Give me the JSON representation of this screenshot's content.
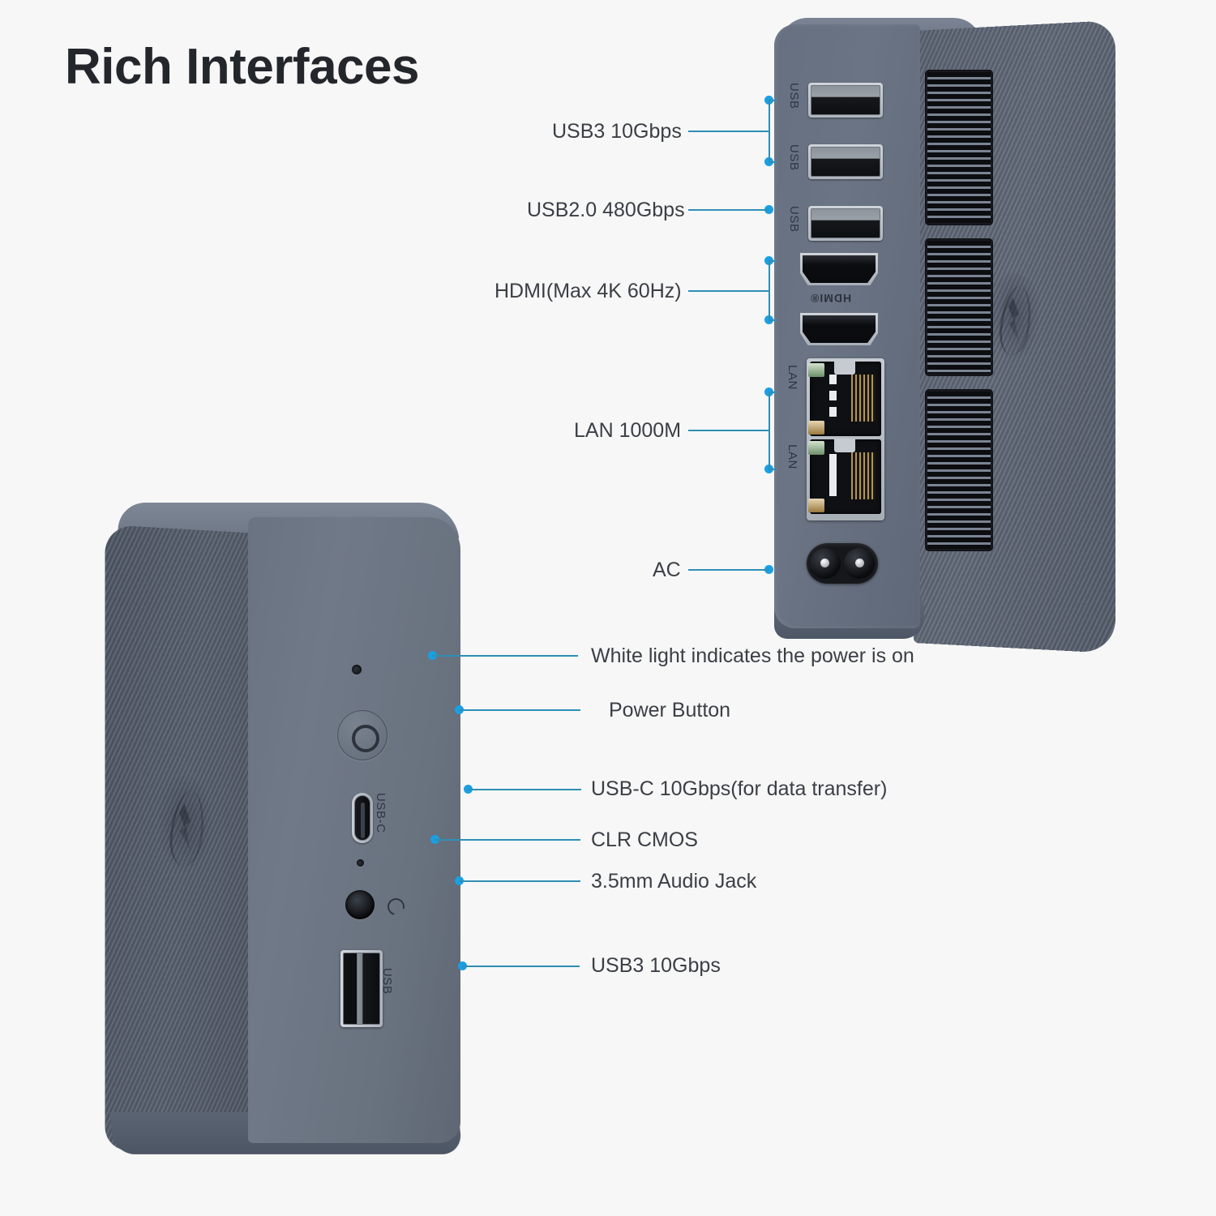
{
  "page": {
    "title": "Rich Interfaces",
    "background_color": "#f7f7f7",
    "accent_color": "#2e8fb5",
    "dot_color": "#1a9fe3",
    "chassis_color": "#6a7381",
    "chassis_texture_color": "#5a6371"
  },
  "rear_panel": {
    "callouts": [
      {
        "label": "USB3 10Gbps",
        "ports": 2,
        "port_type": "usb-a"
      },
      {
        "label": "USB2.0 480Gbps",
        "ports": 1,
        "port_type": "usb-a"
      },
      {
        "label": "HDMI(Max 4K 60Hz)",
        "ports": 2,
        "port_type": "hdmi"
      },
      {
        "label": "LAN 1000M",
        "ports": 2,
        "port_type": "rj45"
      },
      {
        "label": "AC",
        "ports": 1,
        "port_type": "ac-socket"
      }
    ],
    "port_markings": {
      "usb": "USB",
      "lan": "LAN",
      "hdmi": "HDMI®"
    }
  },
  "front_panel": {
    "callouts": [
      {
        "label": "White light indicates the power is on",
        "port_type": "led-indicator"
      },
      {
        "label": "Power Button",
        "port_type": "power-button"
      },
      {
        "label": "USB-C 10Gbps(for data transfer)",
        "port_type": "usb-c"
      },
      {
        "label": "CLR CMOS",
        "port_type": "pinhole"
      },
      {
        "label": "3.5mm Audio Jack",
        "port_type": "audio-jack"
      },
      {
        "label": "USB3 10Gbps",
        "port_type": "usb-a"
      }
    ],
    "port_markings": {
      "usbc": "USB-C",
      "usb": "USB"
    }
  }
}
